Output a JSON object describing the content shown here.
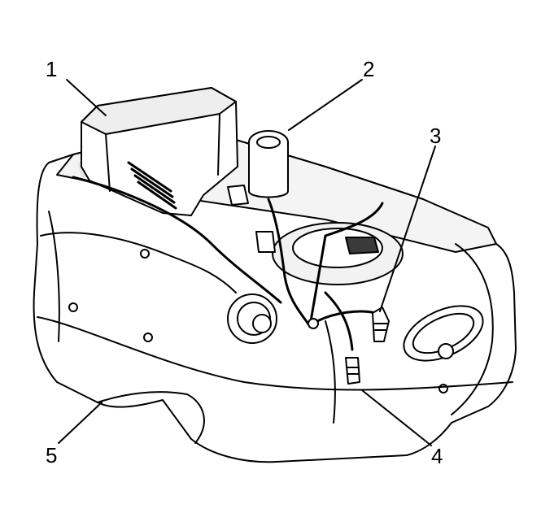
{
  "callouts": [
    {
      "id": "1",
      "label": "1"
    },
    {
      "id": "2",
      "label": "2"
    },
    {
      "id": "3",
      "label": "3"
    },
    {
      "id": "4",
      "label": "4"
    },
    {
      "id": "5",
      "label": "5"
    }
  ],
  "colors": {
    "line": "#000000",
    "fill": "#ffffff",
    "shade": "#e6e6e6",
    "dark": "#3a3a3a"
  }
}
